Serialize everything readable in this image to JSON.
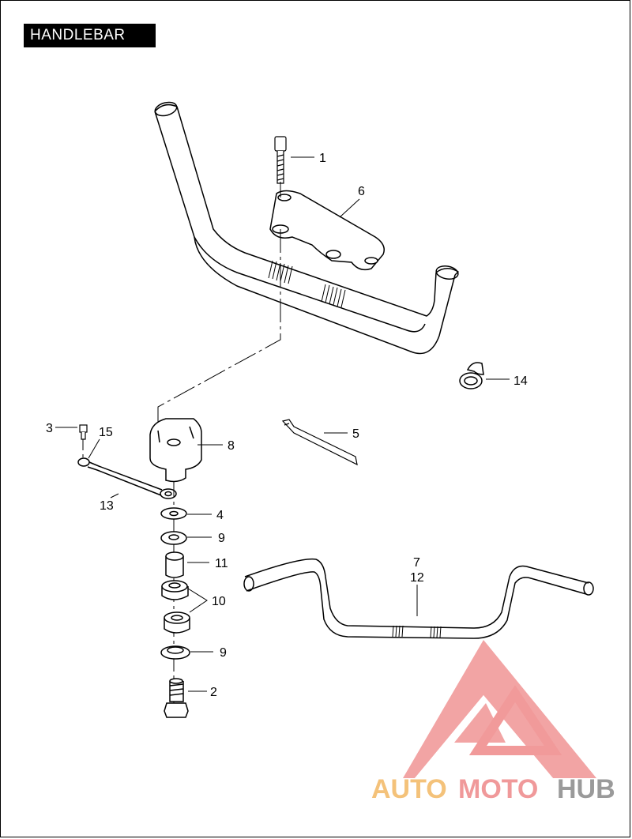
{
  "title": "HANDLEBAR",
  "callouts": {
    "c1": "1",
    "c2": "2",
    "c3": "3",
    "c4": "4",
    "c5": "5",
    "c6": "6",
    "c7": "7",
    "c8": "8",
    "c9a": "9",
    "c9b": "9",
    "c10": "10",
    "c11": "11",
    "c12": "12",
    "c13": "13",
    "c14": "14",
    "c15": "15"
  },
  "watermark": {
    "part1": "AUTO",
    "part2": "MOTO",
    "part3": "HUB",
    "color_auto": "#f4c27a",
    "color_moto": "#f0999a",
    "color_hub": "#9a9a9a",
    "logo_color": "#f19a9a"
  }
}
